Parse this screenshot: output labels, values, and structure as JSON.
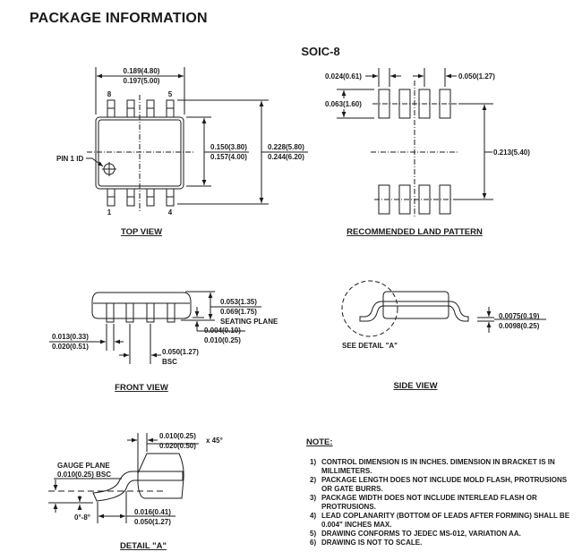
{
  "header": {
    "title": "PACKAGE INFORMATION",
    "package": "SOIC-8"
  },
  "top_view": {
    "caption": "TOP VIEW",
    "body_length": [
      "0.189(4.80)",
      "0.197(5.00)"
    ],
    "body_width": [
      "0.150(3.80)",
      "0.157(4.00)"
    ],
    "overall_width": [
      "0.228(5.80)",
      "0.244(6.20)"
    ],
    "pin_labels": {
      "top_left": "8",
      "top_right": "5",
      "bottom_left": "1",
      "bottom_right": "4"
    },
    "pin1_label": "PIN 1 ID"
  },
  "land_pattern": {
    "caption": "RECOMMENDED LAND PATTERN",
    "pad_width": "0.024(0.61)",
    "pitch": "0.050(1.27)",
    "pad_length": "0.063(1.60)",
    "row_spacing": "0.213(5.40)"
  },
  "front_view": {
    "caption": "FRONT VIEW",
    "height": [
      "0.053(1.35)",
      "0.069(1.75)"
    ],
    "seating_plane": "SEATING PLANE",
    "standoff": [
      "0.004(0.10)",
      "0.010(0.25)"
    ],
    "lead_width": [
      "0.013(0.33)",
      "0.020(0.51)"
    ],
    "pitch": [
      "0.050(1.27)",
      "BSC"
    ]
  },
  "side_view": {
    "caption": "SIDE VIEW",
    "detail_ref": "SEE DETAIL \"A\"",
    "lead_thickness": [
      "0.0075(0.19)",
      "0.0098(0.25)"
    ]
  },
  "detail_a": {
    "caption": "DETAIL \"A\"",
    "chamfer": [
      "0.010(0.25)",
      "0.020(0.50)"
    ],
    "chamfer_angle": "x 45°",
    "gauge_plane": [
      "GAUGE PLANE",
      "0.010(0.25) BSC"
    ],
    "angle": "0°-8°",
    "foot_length": [
      "0.016(0.41)",
      "0.050(1.27)"
    ]
  },
  "notes": {
    "heading": "NOTE:",
    "items": [
      {
        "num": "1)",
        "text": "CONTROL DIMENSION IS IN INCHES.  DIMENSION IN BRACKET IS IN MILLIMETERS."
      },
      {
        "num": "2)",
        "text": "PACKAGE LENGTH DOES NOT INCLUDE MOLD FLASH, PROTRUSIONS OR GATE BURRS."
      },
      {
        "num": "3)",
        "text": "PACKAGE WIDTH DOES NOT INCLUDE INTERLEAD FLASH OR PROTRUSIONS."
      },
      {
        "num": "4)",
        "text": "LEAD COPLANARITY (BOTTOM OF LEADS AFTER FORMING) SHALL BE 0.004\" INCHES MAX."
      },
      {
        "num": "5)",
        "text": "DRAWING CONFORMS TO JEDEC MS-012, VARIATION AA."
      },
      {
        "num": "6)",
        "text": "DRAWING IS NOT TO SCALE."
      }
    ]
  }
}
